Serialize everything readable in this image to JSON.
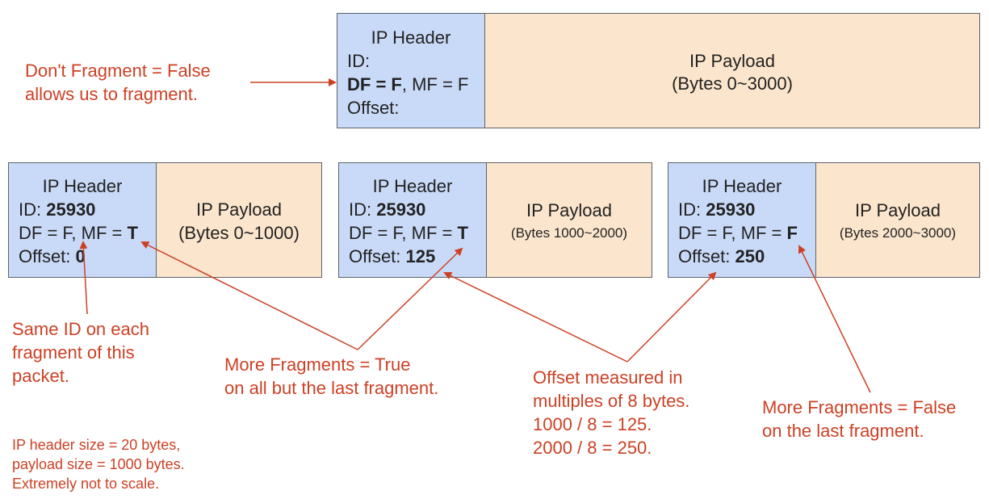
{
  "original": {
    "header_title": "IP Header",
    "id_label": "ID:",
    "flags_bold": "DF = F",
    "flags_rest": ", MF = F",
    "offset_label": "Offset:",
    "payload_title": "IP Payload",
    "payload_range": "(Bytes 0~3000)"
  },
  "fragments": [
    {
      "header_title": "IP Header",
      "id_label": "ID: ",
      "id_value": "25930",
      "flags_prefix": "DF = F, MF = ",
      "mf_value": "T",
      "offset_label": "Offset: ",
      "offset_value": "0",
      "payload_title": "IP Payload",
      "payload_range": "(Bytes 0~1000)"
    },
    {
      "header_title": "IP Header",
      "id_label": "ID: ",
      "id_value": "25930",
      "flags_prefix": "DF = F, MF = ",
      "mf_value": "T",
      "offset_label": "Offset: ",
      "offset_value": "125",
      "payload_title": "IP Payload",
      "payload_range": "(Bytes 1000~2000)"
    },
    {
      "header_title": "IP Header",
      "id_label": "ID: ",
      "id_value": "25930",
      "flags_prefix": "DF = F, MF = ",
      "mf_value": "F",
      "offset_label": "Offset: ",
      "offset_value": "250",
      "payload_title": "IP Payload",
      "payload_range": "(Bytes 2000~3000)"
    }
  ],
  "annotations": {
    "dont_fragment": [
      "Don't Fragment = False",
      "allows us to fragment."
    ],
    "same_id": [
      "Same ID on each",
      "fragment of this",
      "packet."
    ],
    "more_fragments_true": [
      "More Fragments = True",
      "on all but the last fragment."
    ],
    "offset_measured": [
      "Offset measured in",
      "multiples of 8 bytes.",
      "1000 / 8 = 125.",
      "2000 / 8 = 250."
    ],
    "more_fragments_false": [
      "More Fragments = False",
      "on the last fragment."
    ],
    "scale_note": [
      "IP header size = 20 bytes,",
      "payload size = 1000 bytes.",
      "Extremely not to scale."
    ]
  },
  "colors": {
    "header_fill": "#c9daf8",
    "payload_fill": "#fce5cd",
    "border": "#5f6368",
    "annotation": "#cc4125"
  }
}
